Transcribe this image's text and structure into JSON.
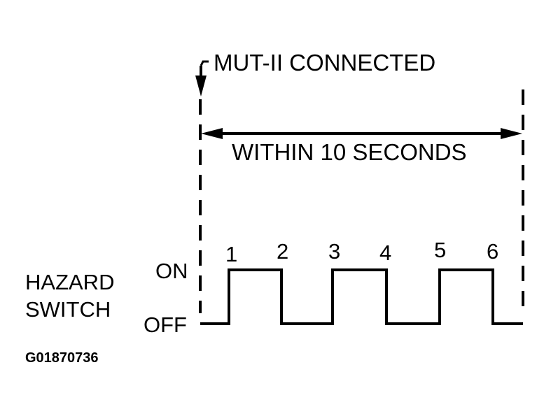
{
  "diagram": {
    "header_label": "MUT-II CONNECTED",
    "duration_label": "WITHIN 10 SECONDS",
    "signal_name_line1": "HAZARD",
    "signal_name_line2": "SWITCH",
    "on_label": "ON",
    "off_label": "OFF",
    "edge_numbers": [
      "1",
      "2",
      "3",
      "4",
      "5",
      "6"
    ],
    "figure_code": "G01870736",
    "line_color": "#000000",
    "background_color": "#ffffff"
  }
}
